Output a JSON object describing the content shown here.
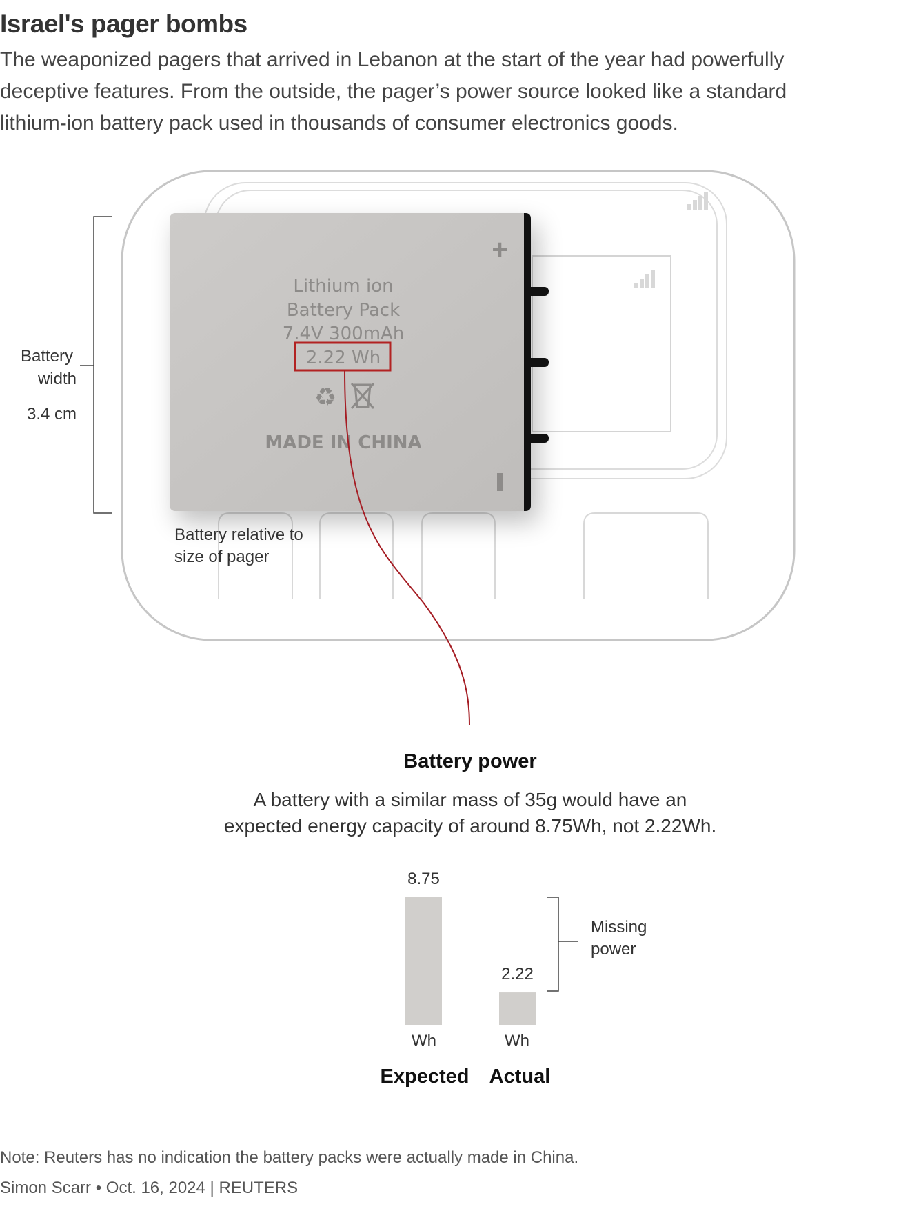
{
  "header": {
    "title": "Israel's pager bombs",
    "intro_lines": [
      "The weaponized pagers that arrived in Lebanon at the start of the year had powerfully",
      "deceptive features. From the outside, the pager’s power source looked like a standard",
      "lithium-ion battery pack used in thousands of consumer electronics goods."
    ]
  },
  "illustration": {
    "battery_label_lines": [
      "Lithium ion",
      "Battery Pack",
      "7.4V 300mAh"
    ],
    "battery_wh": "2.22 Wh",
    "made_in": "MADE IN CHINA",
    "plus_symbol": "+",
    "width_label_lines": [
      "Battery",
      "width"
    ],
    "width_value": "3.4 cm",
    "relative_caption_lines": [
      "Battery relative to",
      "size of pager"
    ],
    "icons": [
      "recycle-icon",
      "crossed-bin-icon",
      "signal-icon"
    ],
    "highlight_color": "#b22222"
  },
  "chart_data": {
    "type": "bar",
    "title": "Battery power",
    "subtitle_lines": [
      "A battery with a similar mass of 35g would have an",
      "expected energy capacity of around 8.75Wh, not 2.22Wh."
    ],
    "categories": [
      "Expected",
      "Actual"
    ],
    "values": [
      8.75,
      2.22
    ],
    "value_labels": [
      "8.75",
      "2.22"
    ],
    "unit": "Wh",
    "annotation": [
      "Missing",
      "power"
    ],
    "bar_color": "#d1cfcc",
    "ylim": [
      0,
      8.75
    ]
  },
  "footer": {
    "note": "Note: Reuters has no indication the battery packs were actually made in China.",
    "credit": "Simon Scarr • Oct. 16, 2024 | REUTERS"
  }
}
